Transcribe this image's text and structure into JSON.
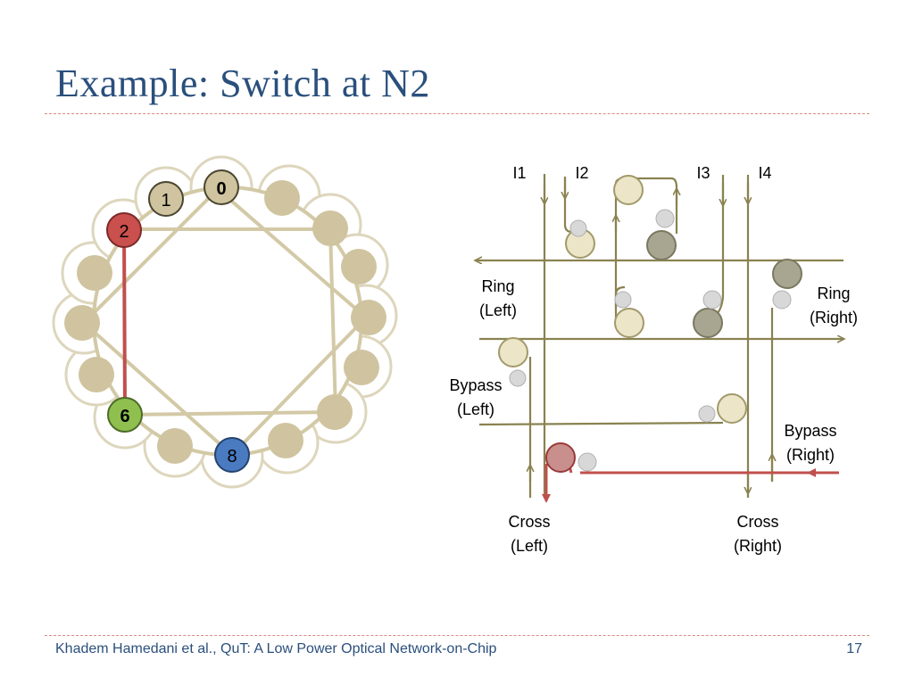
{
  "title": "Example: Switch at N2",
  "footer": {
    "citation": "Khadem Hamedani et al., QuT: A Low Power Optical Network-on-Chip",
    "page_number": "17"
  },
  "colors": {
    "title": "#2a4f7c",
    "node": "#cfc49f",
    "node_red": "#c9504d",
    "node_green": "#8fbf4f",
    "node_blue": "#4a7bc0",
    "waveguide": "#8a8250",
    "highlight_path": "#c0504d",
    "ring_light": "#ece5c8",
    "ring_dark": "#a8a690"
  },
  "ring_network": {
    "labeled_nodes": [
      {
        "id": "n0",
        "label": "0",
        "color": "tan"
      },
      {
        "id": "n1",
        "label": "1",
        "color": "tan"
      },
      {
        "id": "n2",
        "label": "2",
        "color": "red"
      },
      {
        "id": "n6",
        "label": "6",
        "color": "green"
      },
      {
        "id": "n8",
        "label": "8",
        "color": "blue"
      }
    ],
    "highlighted_link": [
      "2",
      "6"
    ]
  },
  "switch": {
    "inputs": [
      "I1",
      "I2",
      "I3",
      "I4"
    ],
    "ring_left": [
      "Ring",
      "(Left)"
    ],
    "ring_right": [
      "Ring",
      "(Right)"
    ],
    "bypass_left": [
      "Bypass",
      "(Left)"
    ],
    "bypass_right": [
      "Bypass",
      "(Right)"
    ],
    "cross_left": [
      "Cross",
      "(Left)"
    ],
    "cross_right": [
      "Cross",
      "(Right)"
    ]
  }
}
